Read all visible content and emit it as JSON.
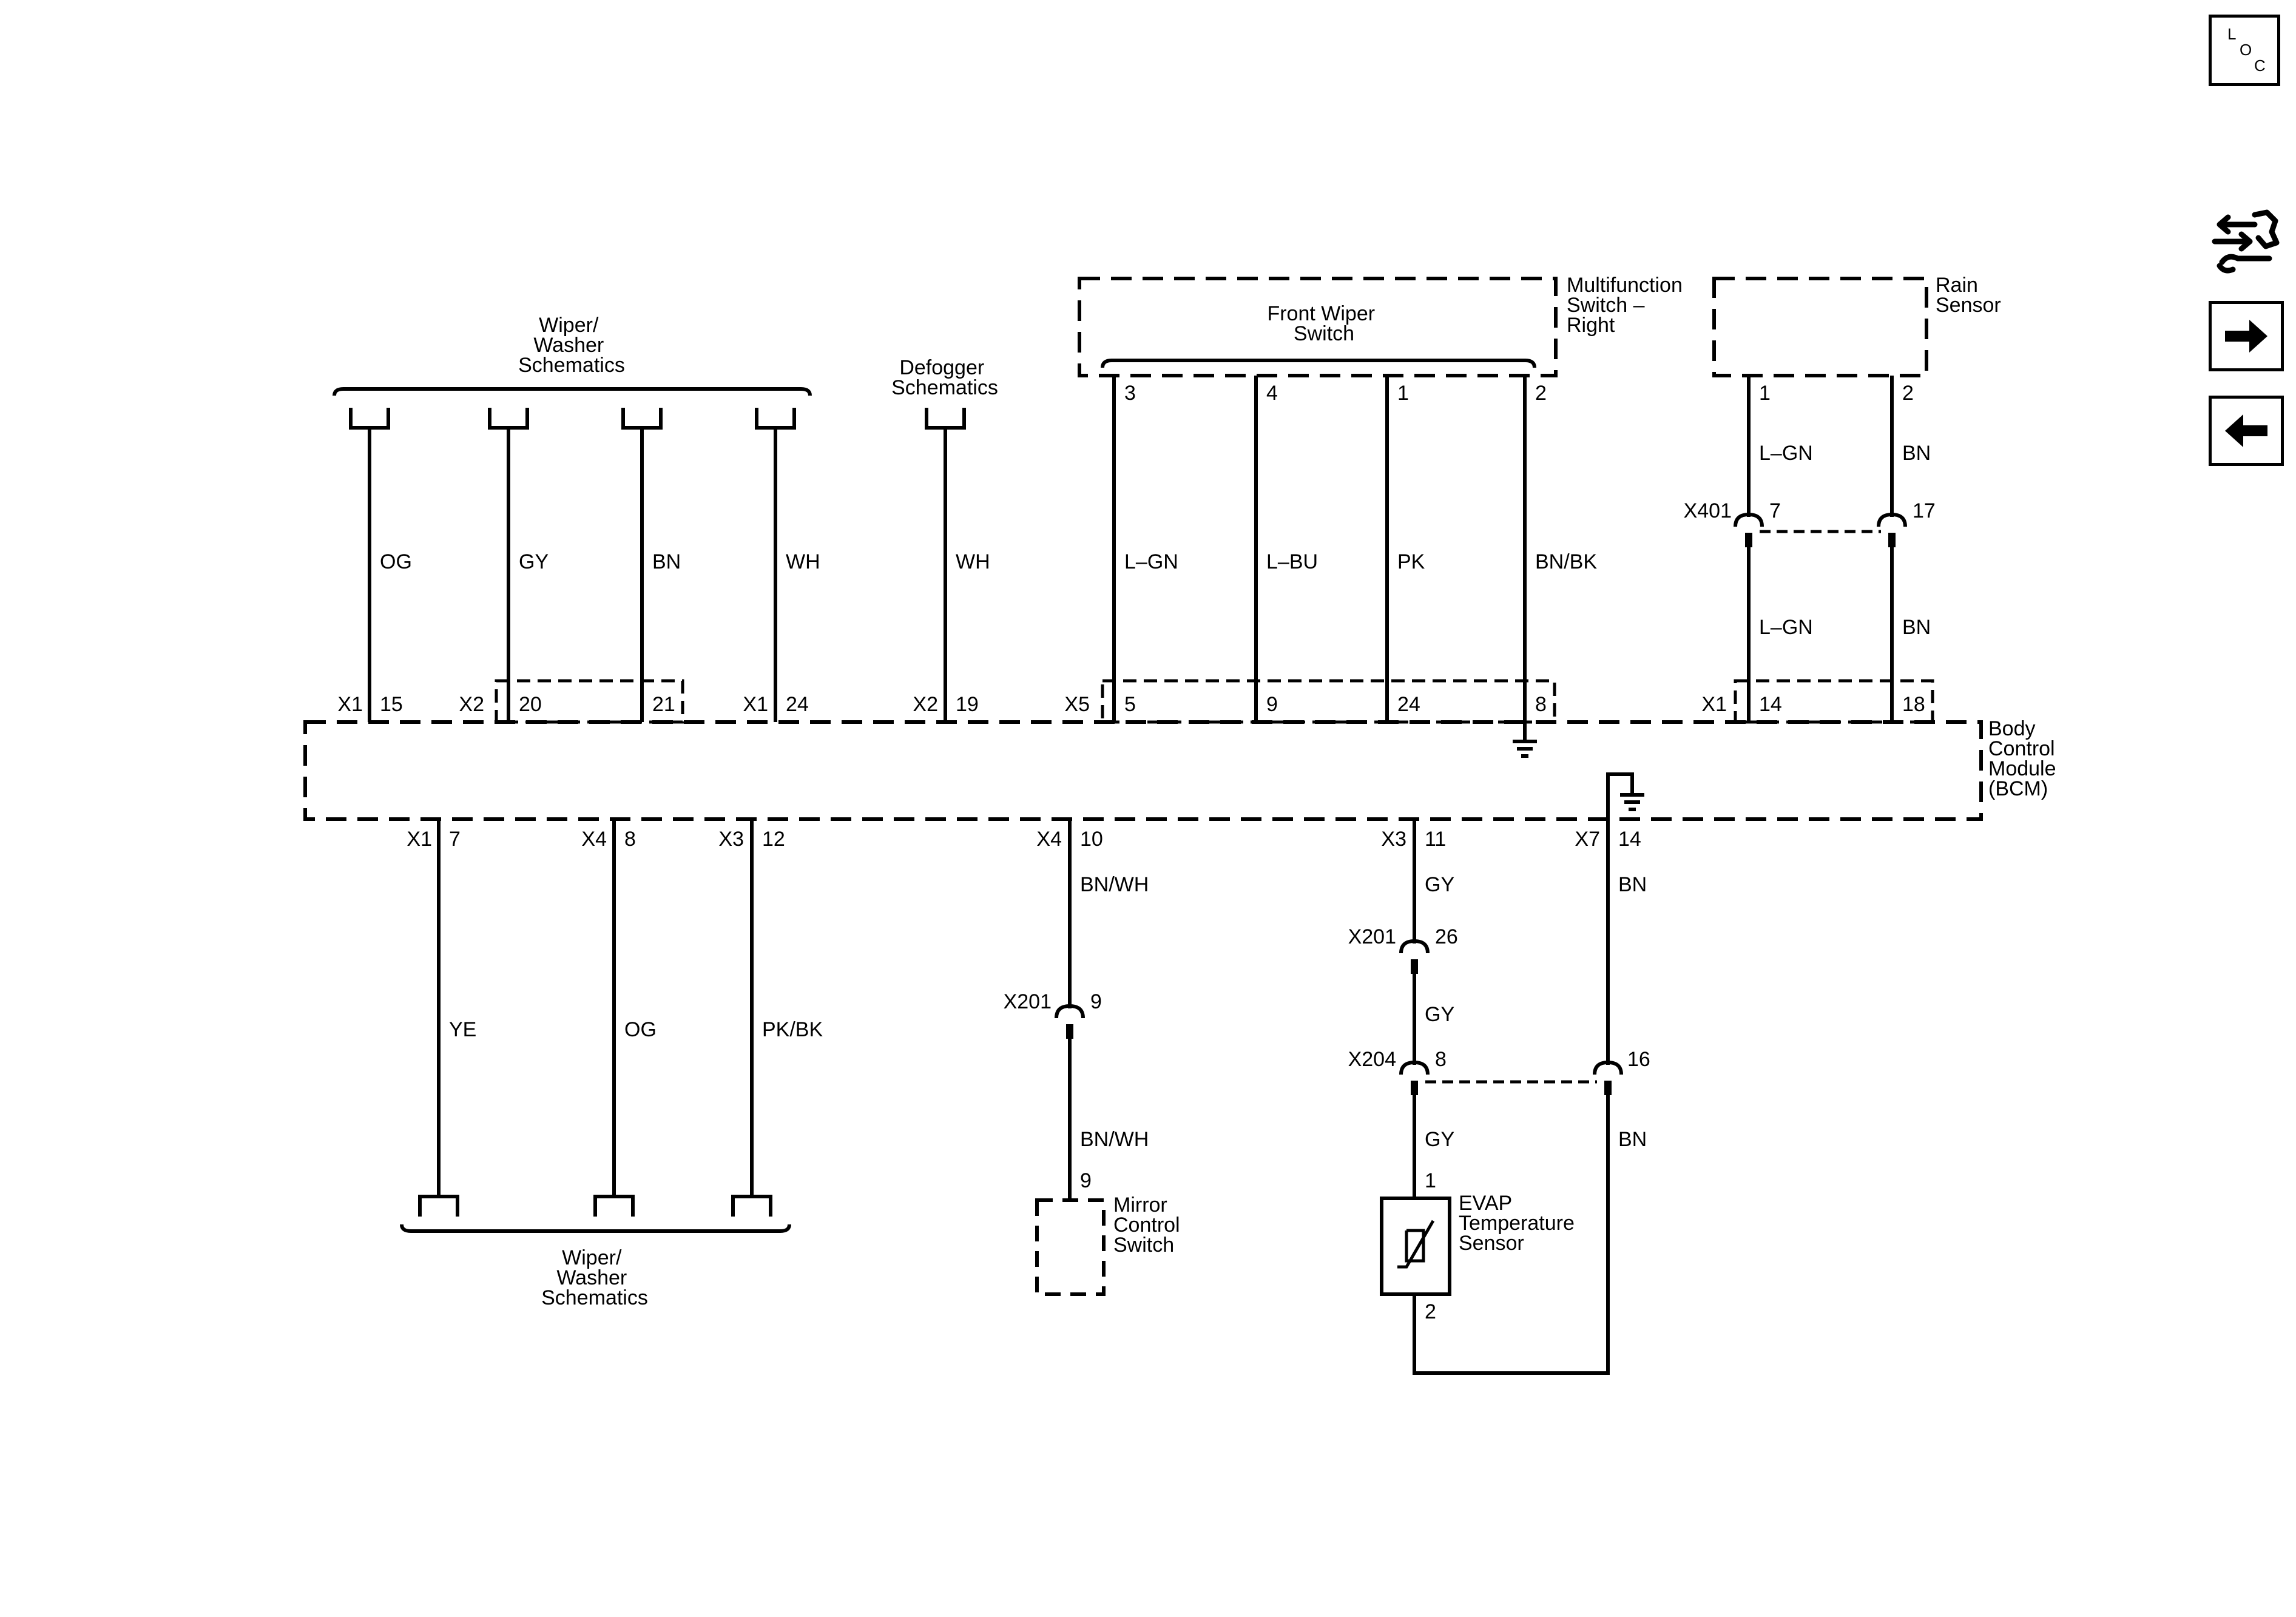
{
  "nav": {
    "loc_letters": [
      "L",
      "O",
      "C"
    ],
    "next_icon": "arrow-right-icon",
    "prev_icon": "arrow-left-icon",
    "link_icon": "connector-wrench-icon"
  },
  "labels": {
    "wiper_top": [
      "Wiper/",
      "Washer",
      "Schematics"
    ],
    "wiper_bottom": [
      "Wiper/",
      "Washer",
      "Schematics"
    ],
    "defogger": [
      "Defogger",
      "Schematics"
    ],
    "front_wiper": [
      "Front Wiper",
      "Switch"
    ],
    "multifunction": [
      "Multifunction",
      "Switch –",
      "Right"
    ],
    "rain_sensor": [
      "Rain",
      "Sensor"
    ],
    "bcm": [
      "Body",
      "Control",
      "Module",
      "(BCM)"
    ],
    "mirror": [
      "Mirror",
      "Control",
      "Switch"
    ],
    "evap": [
      "EVAP",
      "Temperature",
      "Sensor"
    ]
  },
  "wires": {
    "top": [
      {
        "conn": "X1",
        "pin": "15",
        "color": "OG"
      },
      {
        "conn": "X2",
        "pin": "20",
        "color": "GY"
      },
      {
        "conn": "",
        "pin": "21",
        "color": "BN"
      },
      {
        "conn": "X1",
        "pin": "24",
        "color": "WH"
      },
      {
        "conn": "X2",
        "pin": "19",
        "color": "WH"
      },
      {
        "conn": "X5",
        "pin": "5",
        "color": "L–GN",
        "device_pin": "3"
      },
      {
        "conn": "",
        "pin": "9",
        "color": "L–BU",
        "device_pin": "4"
      },
      {
        "conn": "",
        "pin": "24",
        "color": "PK",
        "device_pin": "1"
      },
      {
        "conn": "",
        "pin": "8",
        "color": "BN/BK",
        "device_pin": "2"
      },
      {
        "conn": "X1",
        "pin": "14",
        "color": "L–GN",
        "color2": "L–GN",
        "device_pin": "1",
        "inline_conn": "X401",
        "inline_pin": "7"
      },
      {
        "conn": "",
        "pin": "18",
        "color": "BN",
        "color2": "BN",
        "device_pin": "2",
        "inline_pin": "17"
      }
    ],
    "bottom": [
      {
        "conn": "X1",
        "pin": "7",
        "color": "YE"
      },
      {
        "conn": "X4",
        "pin": "8",
        "color": "OG"
      },
      {
        "conn": "X3",
        "pin": "12",
        "color": "PK/BK"
      },
      {
        "conn": "X4",
        "pin": "10",
        "color": "BN/WH",
        "inline_conn": "X201",
        "inline_pin": "9",
        "color2": "BN/WH",
        "device_pin": "9"
      },
      {
        "conn": "X3",
        "pin": "11",
        "color": "GY",
        "inline_conn": "X201",
        "inline_pin": "26",
        "color2": "GY",
        "inline2_conn": "X204",
        "inline2_pin": "8",
        "color3": "GY",
        "device_pin": "1",
        "device_pin2": "2"
      },
      {
        "conn": "X7",
        "pin": "14",
        "color": "BN",
        "inline2_pin": "16",
        "color3": "BN"
      }
    ]
  }
}
